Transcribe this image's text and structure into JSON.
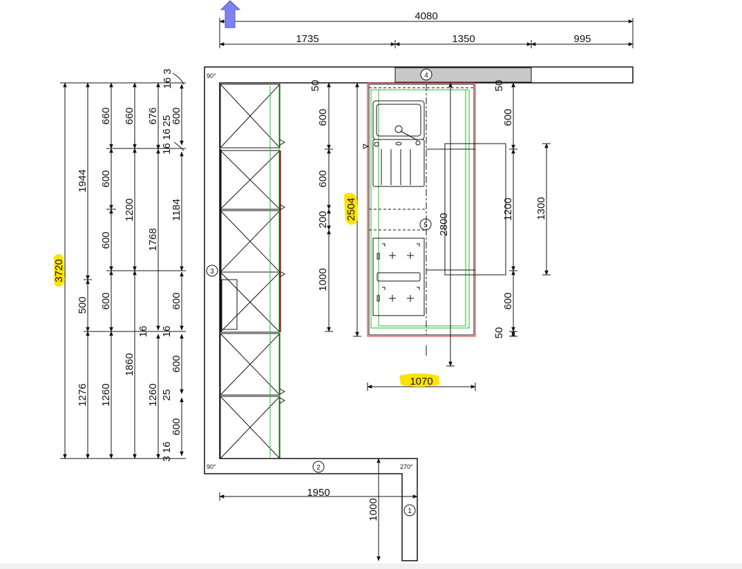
{
  "top": {
    "total": "4080",
    "seg1": "1735",
    "seg2": "1350",
    "seg3": "995"
  },
  "left_dims": {
    "col1": [
      "3720"
    ],
    "col2": [
      "1944",
      "500",
      "1276"
    ],
    "col3": [
      "660",
      "600",
      "600",
      "600",
      "1260"
    ],
    "col4": [
      "660",
      "1200",
      "1860"
    ],
    "col5": [
      "676",
      "1768",
      "16",
      "1260"
    ],
    "col6": [
      "16 3",
      "600",
      "25",
      "16 16",
      "1184",
      "600",
      "16",
      "600",
      "25",
      "600",
      "3 16"
    ]
  },
  "island": {
    "left": [
      "50",
      "600",
      "600",
      "200",
      "1000"
    ],
    "depth": "2504",
    "width": "1070",
    "mid": "2800",
    "right": [
      "50",
      "600",
      "1200",
      "1300",
      "600",
      "50"
    ]
  },
  "bottom": {
    "width": "1950",
    "height": "1000"
  },
  "angles": {
    "top_left": "90°",
    "bottom_left": "90°",
    "bottom_right": "270°"
  },
  "walls": {
    "w1": "1",
    "w2": "2",
    "w3": "3",
    "w4": "4",
    "w5": "5"
  },
  "colors": {
    "line": "#111111",
    "green": "#1fbf1f",
    "red": "#d42020",
    "highlight": "#ffe300",
    "window": "#c8c8c8",
    "arrow": "#8080ee"
  }
}
